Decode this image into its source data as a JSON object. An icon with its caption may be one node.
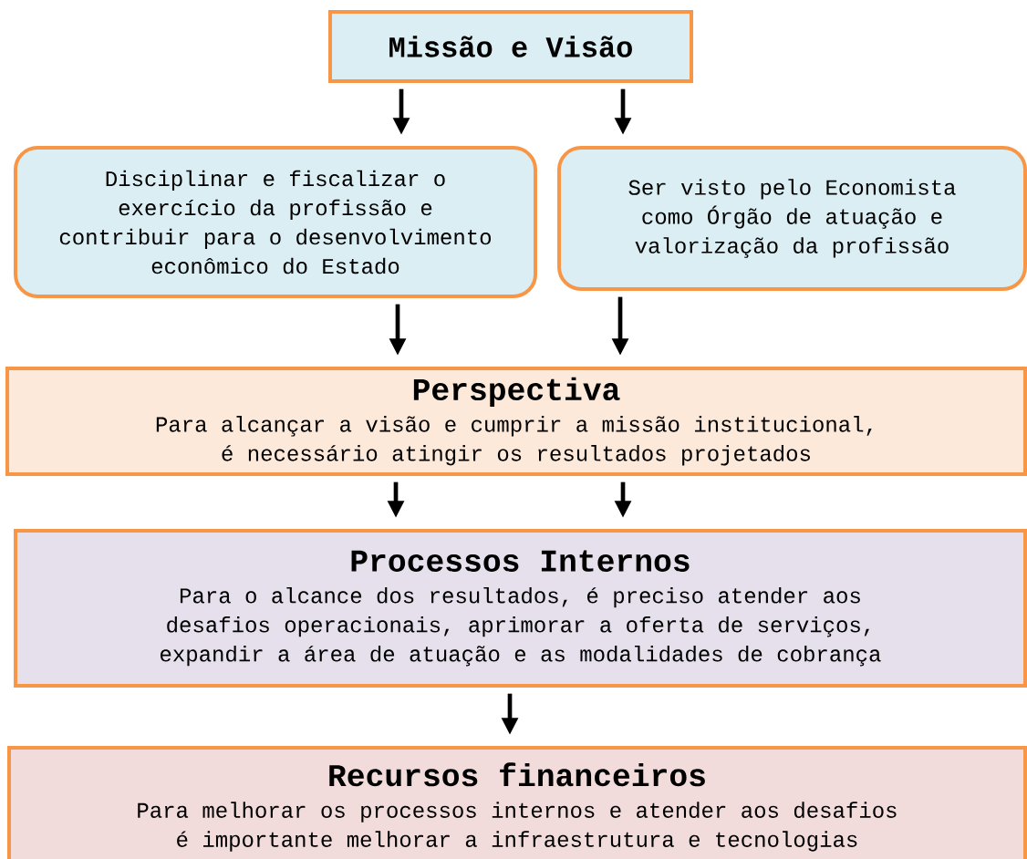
{
  "diagram": {
    "nodes": [
      {
        "text": [
          "Missão e Visão"
        ]
      },
      {
        "text": [
          "Disciplinar e fiscalizar o exercício da profissão e contribuir para o desenvolvimento econômico do Estado"
        ]
      },
      {
        "text": [
          "Ser visto pelo Economista como Órgão de atuação e valorização da profissão"
        ]
      },
      {
        "text": [
          "Perspectiva",
          "Para alcançar a visão e cumprir a missão institucional, é necessário atingir os resultados projetados"
        ]
      },
      {
        "text": [
          "Processos Internos",
          "Para o alcance dos resultados, é preciso atender aos desafios operacionais, aprimorar a oferta de serviços, expandir a área de atuação e as modalidades de cobrança"
        ]
      },
      {
        "text": [
          "Recursos financeiros",
          "Para melhorar os processos internos e atender aos desafios é importante melhorar a infraestrutura e tecnologias"
        ]
      }
    ],
    "edges": [
      {
        "from": 0,
        "to": 1,
        "arrow": "to"
      },
      {
        "from": 0,
        "to": 2,
        "arrow": "to"
      },
      {
        "from": 1,
        "to": 3,
        "arrow": "to"
      },
      {
        "from": 2,
        "to": 3,
        "arrow": "to"
      },
      {
        "from": 3,
        "to": 4,
        "arrow": "to"
      },
      {
        "from": 3,
        "to": 4,
        "arrow": "to"
      },
      {
        "from": 4,
        "to": 5,
        "arrow": "to"
      }
    ]
  }
}
